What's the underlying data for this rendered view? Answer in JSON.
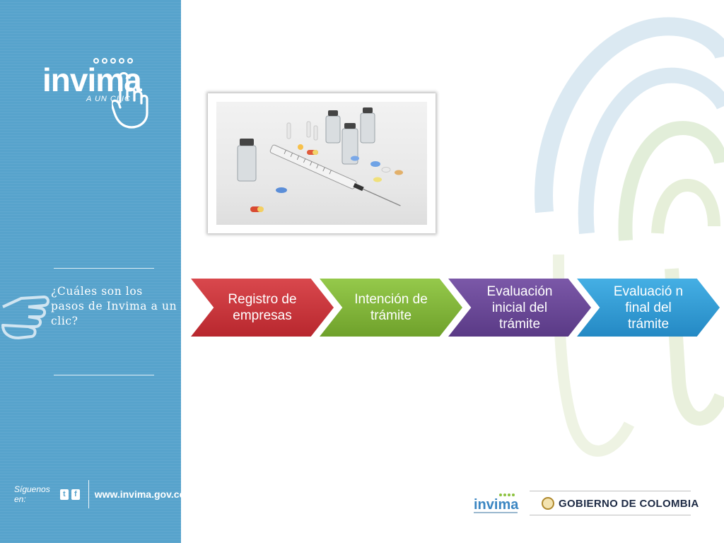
{
  "sidebar": {
    "logo": {
      "name": "invima",
      "tagline": "A UN CLIC"
    },
    "question": "¿Cuáles son los pasos de Invima a un clic?",
    "social": {
      "label": "Síguenos en:",
      "url": "www.invima.gov.co",
      "icons": [
        "twitter-icon",
        "facebook-icon"
      ]
    }
  },
  "steps": [
    {
      "label": "Registro de empresas",
      "color": "#c8373d"
    },
    {
      "label": "Intención de trámite",
      "color": "#80b43a"
    },
    {
      "label": "Evaluación inicial del trámite",
      "color": "#6a4796"
    },
    {
      "label": "Evaluació n final del trámite",
      "color": "#2f9bd5"
    }
  ],
  "footer": {
    "invima_logo": "invima",
    "government": "GOBIERNO DE COLOMBIA"
  },
  "colors": {
    "sidebar": "#57a3cc",
    "accent_green": "#dfe8c9",
    "accent_blue": "#d6e7f1"
  }
}
